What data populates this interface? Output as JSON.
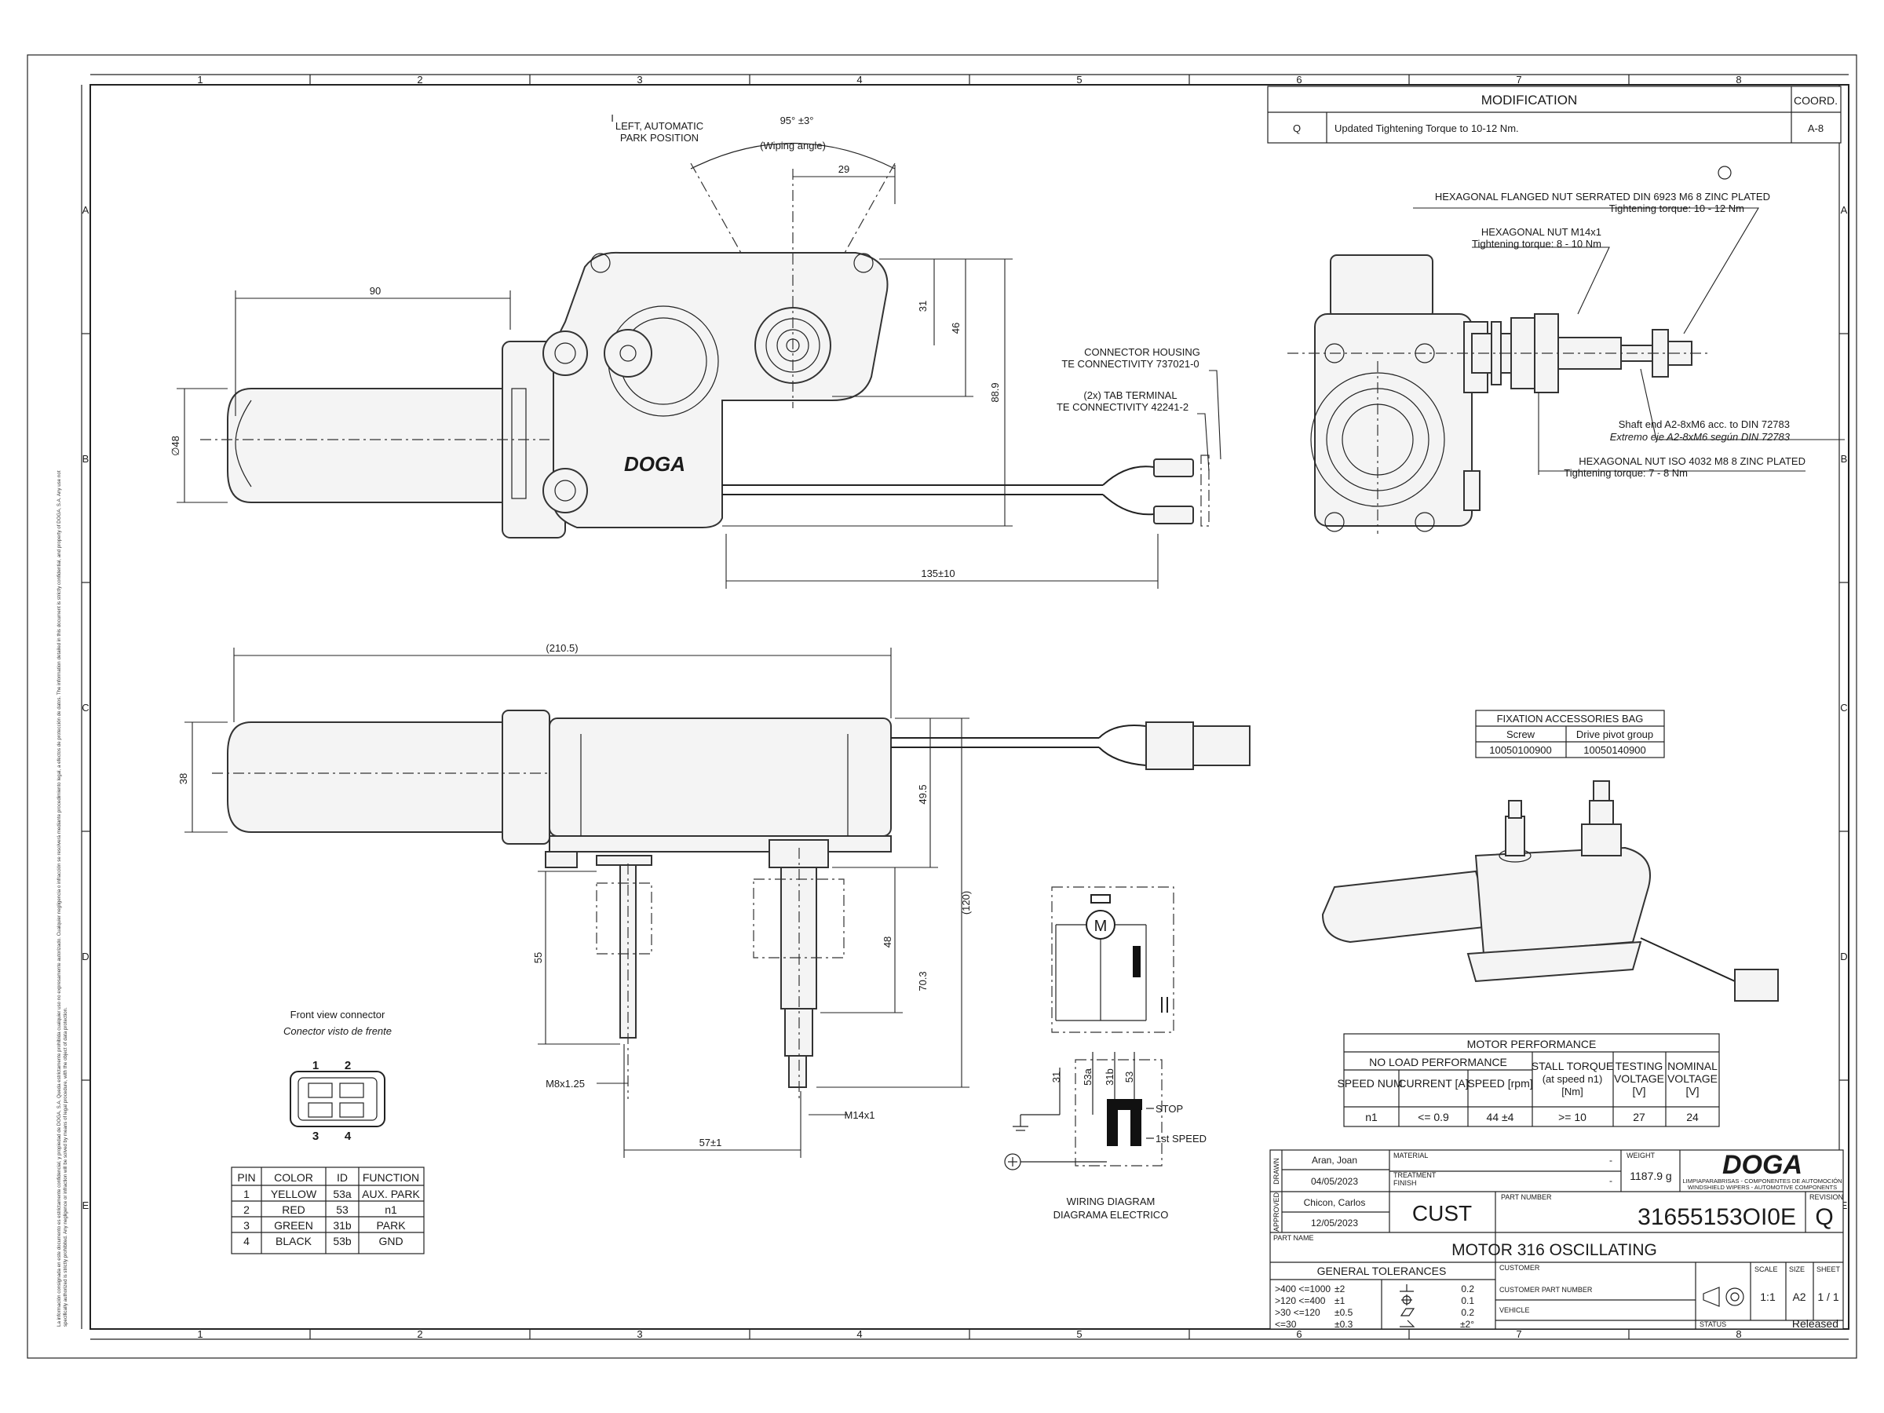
{
  "frame": {
    "col_labels": [
      "1",
      "2",
      "3",
      "4",
      "5",
      "6",
      "7",
      "8"
    ],
    "row_labels": [
      "A",
      "B",
      "C",
      "D",
      "E"
    ]
  },
  "confidentiality_note": "La información consignada en este documento es estrictamente confidencial, y propiedad de DOGA, S.A. Queda estrictamente prohibida cualquier uso no expresamente autorizado. Cualquier negligencia o infracción se resolverá mediante procedimiento legal, a efectos de protección de datos. The information detailed in this document is strictly confidential, and property of DOGA, S.A. Any use not specifically authorized is strictly prohibited. Any negligence or infraction will be solved by means of legal procedure, with the object of data protection.",
  "modification": {
    "header": "MODIFICATION",
    "coord_header": "COORD.",
    "rows": [
      {
        "rev": "Q",
        "text": "Updated Tightening Torque to 10-12 Nm.",
        "coord": "A-8"
      }
    ]
  },
  "top_view": {
    "park_label": [
      "I",
      "LEFT, AUTOMATIC",
      "PARK POSITION"
    ],
    "angle": "95° ±3°",
    "angle_sub": "(Wiping angle)",
    "dims": {
      "d29": "29",
      "d90": "90",
      "d31": "31",
      "d46": "46",
      "d889": "88.9",
      "d48": "∅48",
      "d135": "135±10"
    },
    "brand": "DOGA",
    "connector_housing": [
      "CONNECTOR HOUSING",
      "TE CONNECTIVITY 737021-0"
    ],
    "tab_terminal": [
      "(2x) TAB TERMINAL",
      "TE CONNECTIVITY 42241-2"
    ]
  },
  "side_view_right": {
    "nut1": [
      "HEXAGONAL FLANGED NUT SERRATED DIN 6923 M6 8 ZINC PLATED",
      "Tightening torque: 10 - 12 Nm"
    ],
    "nut2": [
      "HEXAGONAL NUT  M14x1",
      "Tightening torque: 8 - 10 Nm"
    ],
    "shaft": [
      "Shaft end A2-8xM6 acc. to DIN 72783",
      "Extremo eje A2-8xM6 según DIN 72783"
    ],
    "nut3": [
      "HEXAGONAL NUT ISO 4032 M8 8 ZINC PLATED",
      "Tightening torque: 7 - 8 Nm"
    ]
  },
  "front_view": {
    "dims": {
      "d2105": "(210.5)",
      "d38": "38",
      "d495": "49.5",
      "d120": "(120)",
      "d55": "55",
      "d48": "48",
      "d703": "70.3",
      "dm8": "M8x1.25",
      "dm14": "M14x1",
      "d57": "57±1"
    }
  },
  "fixation": {
    "title": "FIXATION ACCESSORIES BAG",
    "headers": [
      "Screw",
      "Drive pivot group"
    ],
    "values": [
      "10050100900",
      "10050140900"
    ]
  },
  "wiring": {
    "terminals": [
      "31",
      "53a",
      "31b",
      "53"
    ],
    "stop": "STOP",
    "first_speed": "1st SPEED",
    "motor": "M",
    "caption": [
      "WIRING DIAGRAM",
      "DIAGRAMA ELECTRICO"
    ]
  },
  "connector": {
    "caption": [
      "Front view connector",
      "Conector visto de frente"
    ],
    "pins_top": [
      "1",
      "2"
    ],
    "pins_bottom": [
      "3",
      "4"
    ]
  },
  "pin_table": {
    "headers": [
      "PIN",
      "COLOR",
      "ID",
      "FUNCTION"
    ],
    "rows": [
      [
        "1",
        "YELLOW",
        "53a",
        "AUX. PARK"
      ],
      [
        "2",
        "RED",
        "53",
        "n1"
      ],
      [
        "3",
        "GREEN",
        "31b",
        "PARK"
      ],
      [
        "4",
        "BLACK",
        "53b",
        "GND"
      ]
    ]
  },
  "performance": {
    "title": "MOTOR PERFORMANCE",
    "no_load": "NO LOAD PERFORMANCE",
    "headers": [
      "SPEED NUM.",
      "CURRENT [A]",
      "SPEED [rpm]"
    ],
    "stall": [
      "STALL TORQUE",
      "(at speed n1)",
      "[Nm]"
    ],
    "testing": [
      "TESTING",
      "VOLTAGE",
      "[V]"
    ],
    "nominal": [
      "NOMINAL",
      "VOLTAGE",
      "[V]"
    ],
    "values": [
      "n1",
      "<= 0.9",
      "44 ±4",
      ">= 10",
      "27",
      "24"
    ]
  },
  "title_block": {
    "drawn_label": "DRAWN",
    "drawn_by": "Aran, Joan",
    "drawn_date": "04/05/2023",
    "approved_label": "APPROVED",
    "approved_by": "Chicon, Carlos",
    "approved_date": "12/05/2023",
    "material_label": "MATERIAL",
    "material_value": "-",
    "treatment_label": [
      "TREATMENT",
      "FINISH"
    ],
    "treatment_value": "-",
    "weight_label": "WEIGHT",
    "weight_value": "1187.9 g",
    "logo": "DOGA",
    "logo_sub": [
      "LIMPIAPARABRISAS - COMPONENTES DE AUTOMOCIÓN",
      "WINDSHIELD WIPERS - AUTOMOTIVE COMPONENTS"
    ],
    "cust": "CUST",
    "part_number_label": "PART NUMBER",
    "part_number": "31655153OI0E",
    "revision_label": "REVISION",
    "revision": "Q",
    "part_name_label": "PART NAME",
    "part_name": "MOTOR 316 OSCILLATING",
    "general_tolerances": "GENERAL TOLERANCES",
    "tolerances": [
      [
        ">400 <=1000",
        "±2"
      ],
      [
        ">120 <=400",
        "±1"
      ],
      [
        ">30 <=120",
        "±0.5"
      ],
      [
        "<=30",
        "±0.3"
      ]
    ],
    "geo_tolerances": [
      "0.2",
      "0.1",
      "0.2",
      "±2°"
    ],
    "customer_label": "CUSTOMER",
    "customer_part_label": "CUSTOMER PART NUMBER",
    "vehicle_label": "VEHICLE",
    "status_label": "STATUS",
    "status": "Released",
    "scale_label": "SCALE",
    "scale": "1:1",
    "size_label": "SIZE",
    "size": "A2",
    "sheet_label": "SHEET",
    "sheet": "1 / 1"
  }
}
